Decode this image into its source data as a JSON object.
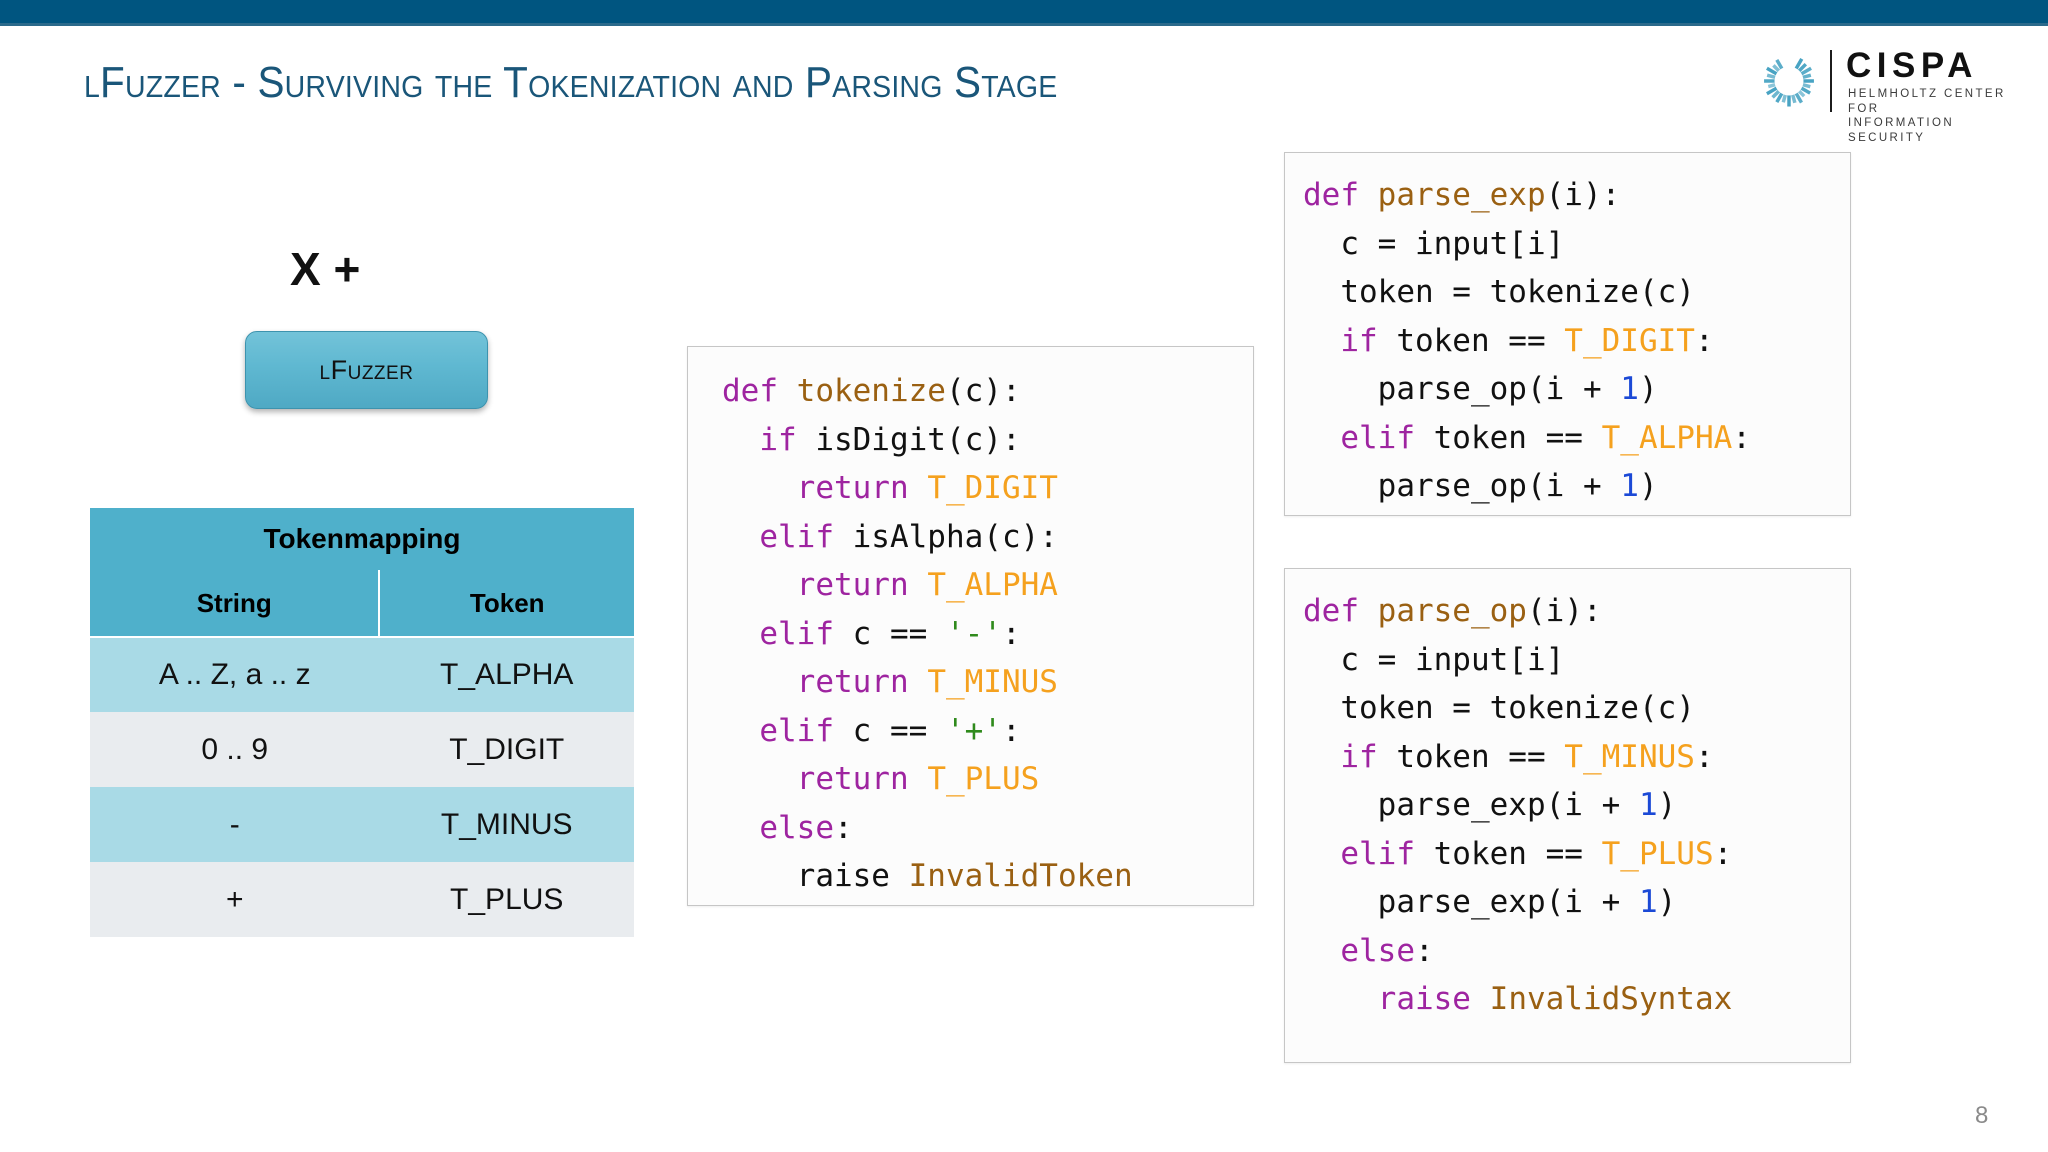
{
  "slide": {
    "title": "lFuzzer - Surviving the Tokenization and Parsing Stage",
    "page_number": "8",
    "accent_bar_color": "#005580",
    "title_color": "#1a5679"
  },
  "logo": {
    "wordmark": "CISPA",
    "tagline_line1": "HELMHOLTZ CENTER FOR",
    "tagline_line2": "INFORMATION SECURITY",
    "mark_color": "#3f9fc0"
  },
  "input_demo": {
    "sample_input": "X +",
    "tool_button_label": "lFuzzer",
    "tool_button_color": "#5fb8d1"
  },
  "token_table": {
    "title": "Tokenmapping",
    "columns": [
      "String",
      "Token"
    ],
    "header_bg": "#4fb0cb",
    "rows": [
      {
        "string": "A .. Z, a .. z",
        "token": "T_ALPHA"
      },
      {
        "string": "0 .. 9",
        "token": "T_DIGIT"
      },
      {
        "string": "-",
        "token": "T_MINUS"
      },
      {
        "string": "+",
        "token": "T_PLUS"
      }
    ]
  },
  "code_blocks": {
    "tokenize": {
      "name": "tokenize",
      "lines": [
        [
          {
            "t": "def ",
            "c": "kw"
          },
          {
            "t": "tokenize",
            "c": "fn"
          },
          {
            "t": "(c):",
            "c": "plain"
          }
        ],
        [
          {
            "t": "  ",
            "c": "plain"
          },
          {
            "t": "if",
            "c": "kw"
          },
          {
            "t": " isDigit(c):",
            "c": "plain"
          }
        ],
        [
          {
            "t": "    ",
            "c": "plain"
          },
          {
            "t": "return",
            "c": "kw"
          },
          {
            "t": " ",
            "c": "plain"
          },
          {
            "t": "T_DIGIT",
            "c": "cst"
          }
        ],
        [
          {
            "t": "  ",
            "c": "plain"
          },
          {
            "t": "elif",
            "c": "kw"
          },
          {
            "t": " isAlpha(c):",
            "c": "plain"
          }
        ],
        [
          {
            "t": "    ",
            "c": "plain"
          },
          {
            "t": "return",
            "c": "kw"
          },
          {
            "t": " ",
            "c": "plain"
          },
          {
            "t": "T_ALPHA",
            "c": "cst"
          }
        ],
        [
          {
            "t": "  ",
            "c": "plain"
          },
          {
            "t": "elif",
            "c": "kw"
          },
          {
            "t": " c == ",
            "c": "plain"
          },
          {
            "t": "'-'",
            "c": "str"
          },
          {
            "t": ":",
            "c": "plain"
          }
        ],
        [
          {
            "t": "    ",
            "c": "plain"
          },
          {
            "t": "return",
            "c": "kw"
          },
          {
            "t": " ",
            "c": "plain"
          },
          {
            "t": "T_MINUS",
            "c": "cst"
          }
        ],
        [
          {
            "t": "  ",
            "c": "plain"
          },
          {
            "t": "elif",
            "c": "kw"
          },
          {
            "t": " c == ",
            "c": "plain"
          },
          {
            "t": "'+'",
            "c": "str"
          },
          {
            "t": ":",
            "c": "plain"
          }
        ],
        [
          {
            "t": "    ",
            "c": "plain"
          },
          {
            "t": "return",
            "c": "kw"
          },
          {
            "t": " ",
            "c": "plain"
          },
          {
            "t": "T_PLUS",
            "c": "cst"
          }
        ],
        [
          {
            "t": "  ",
            "c": "plain"
          },
          {
            "t": "else",
            "c": "kw"
          },
          {
            "t": ":",
            "c": "plain"
          }
        ],
        [
          {
            "t": "    raise ",
            "c": "plain"
          },
          {
            "t": "InvalidToken",
            "c": "fn"
          }
        ]
      ]
    },
    "parse_exp": {
      "name": "parse_exp",
      "lines": [
        [
          {
            "t": "def ",
            "c": "kw"
          },
          {
            "t": "parse_exp",
            "c": "fn"
          },
          {
            "t": "(i):",
            "c": "plain"
          }
        ],
        [
          {
            "t": "  c = input[i]",
            "c": "plain"
          }
        ],
        [
          {
            "t": "  token = tokenize(c)",
            "c": "plain"
          }
        ],
        [
          {
            "t": "  ",
            "c": "plain"
          },
          {
            "t": "if",
            "c": "kw"
          },
          {
            "t": " token == ",
            "c": "plain"
          },
          {
            "t": "T_DIGIT",
            "c": "cst"
          },
          {
            "t": ":",
            "c": "plain"
          }
        ],
        [
          {
            "t": "    parse_op(i + ",
            "c": "plain"
          },
          {
            "t": "1",
            "c": "num"
          },
          {
            "t": ")",
            "c": "plain"
          }
        ],
        [
          {
            "t": "  ",
            "c": "plain"
          },
          {
            "t": "elif",
            "c": "kw"
          },
          {
            "t": " token == ",
            "c": "plain"
          },
          {
            "t": "T_ALPHA",
            "c": "cst"
          },
          {
            "t": ":",
            "c": "plain"
          }
        ],
        [
          {
            "t": "    parse_op(i + ",
            "c": "plain"
          },
          {
            "t": "1",
            "c": "num"
          },
          {
            "t": ")",
            "c": "plain"
          }
        ]
      ]
    },
    "parse_op": {
      "name": "parse_op",
      "lines": [
        [
          {
            "t": "def ",
            "c": "kw"
          },
          {
            "t": "parse_op",
            "c": "fn"
          },
          {
            "t": "(i):",
            "c": "plain"
          }
        ],
        [
          {
            "t": "  c = input[i]",
            "c": "plain"
          }
        ],
        [
          {
            "t": "  token = tokenize(c)",
            "c": "plain"
          }
        ],
        [
          {
            "t": "  ",
            "c": "plain"
          },
          {
            "t": "if",
            "c": "kw"
          },
          {
            "t": " token == ",
            "c": "plain"
          },
          {
            "t": "T_MINUS",
            "c": "cst"
          },
          {
            "t": ":",
            "c": "plain"
          }
        ],
        [
          {
            "t": "    parse_exp(i + ",
            "c": "plain"
          },
          {
            "t": "1",
            "c": "num"
          },
          {
            "t": ")",
            "c": "plain"
          }
        ],
        [
          {
            "t": "  ",
            "c": "plain"
          },
          {
            "t": "elif",
            "c": "kw"
          },
          {
            "t": " token == ",
            "c": "plain"
          },
          {
            "t": "T_PLUS",
            "c": "cst"
          },
          {
            "t": ":",
            "c": "plain"
          }
        ],
        [
          {
            "t": "    parse_exp(i + ",
            "c": "plain"
          },
          {
            "t": "1",
            "c": "num"
          },
          {
            "t": ")",
            "c": "plain"
          }
        ],
        [
          {
            "t": "  ",
            "c": "plain"
          },
          {
            "t": "else",
            "c": "kw"
          },
          {
            "t": ":",
            "c": "plain"
          }
        ],
        [
          {
            "t": "    ",
            "c": "plain"
          },
          {
            "t": "raise",
            "c": "kw"
          },
          {
            "t": " ",
            "c": "plain"
          },
          {
            "t": "InvalidSyntax",
            "c": "fn"
          }
        ]
      ]
    }
  }
}
